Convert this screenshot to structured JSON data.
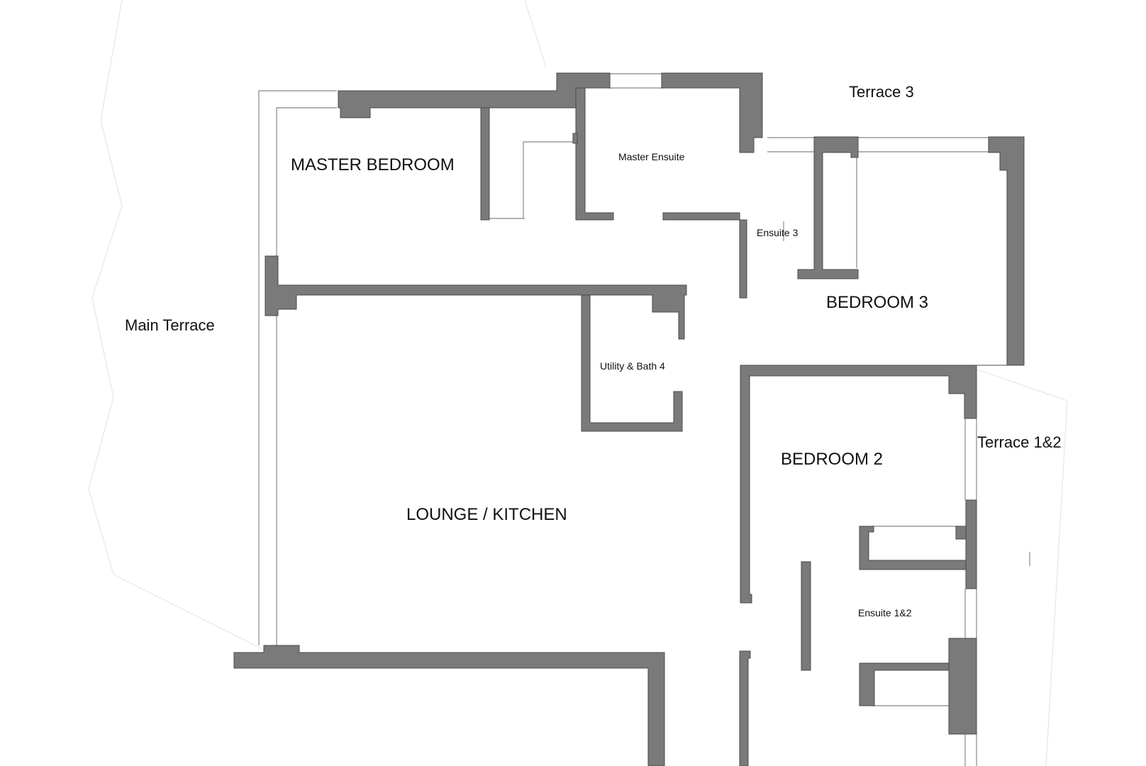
{
  "plan": {
    "rooms": {
      "master_bedroom": "MASTER BEDROOM",
      "master_ensuite": "Master Ensuite",
      "ensuite_3": "Ensuite 3",
      "bedroom_3": "BEDROOM 3",
      "utility_bath_4": "Utility & Bath  4",
      "lounge_kitchen": "LOUNGE / KITCHEN",
      "bedroom_2": "BEDROOM 2",
      "ensuite_1_2": "Ensuite 1&2"
    },
    "exterior": {
      "terrace_3": "Terrace 3",
      "main_terrace": "Main Terrace",
      "terrace_1_2": "Terrace 1&2"
    }
  },
  "colors": {
    "wall_fill": "#7a7a7a",
    "wall_outline": "#4a4a4a",
    "glazing": "#9a9a9a",
    "site_boundary": "#e6e6e6",
    "background": "#ffffff"
  }
}
